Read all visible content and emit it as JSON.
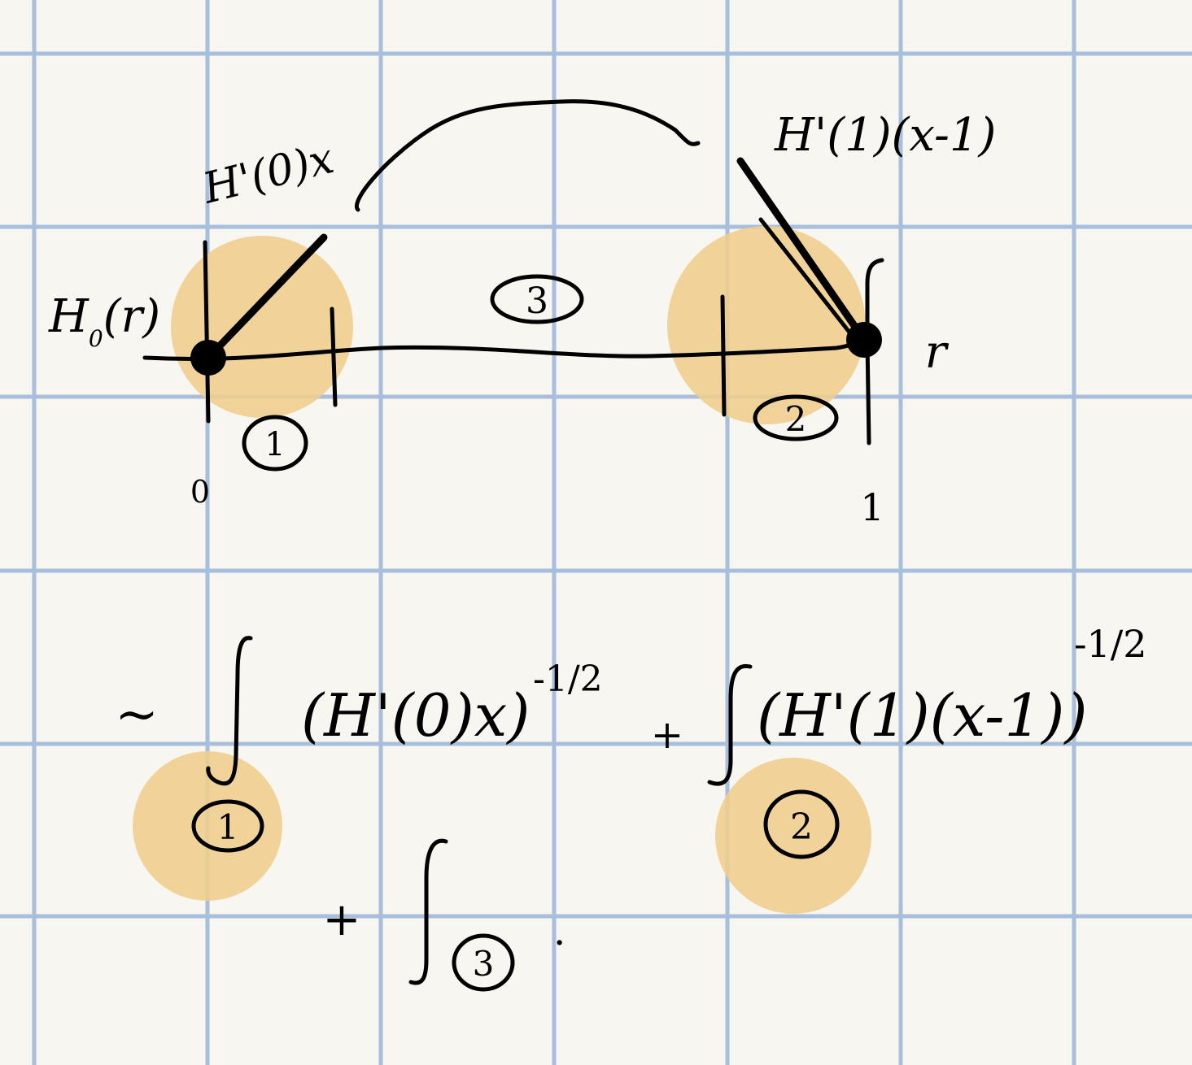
{
  "colors": {
    "paper": "#f7f6f1",
    "grid": "#a7bedd",
    "ink": "#000000",
    "highlight": "#f0ce8c"
  },
  "diagram": {
    "label_h0": "H",
    "label_h0_sub": "0",
    "label_h0_arg": "(r)",
    "slope_left": "H'(0)x",
    "slope_right": "H'(1)(x-1)",
    "region_1": "1",
    "region_2": "2",
    "region_3": "3",
    "axis_start": "0",
    "axis_end": "1",
    "axis_var": "r"
  },
  "formula": {
    "approx": "~",
    "term1_body": "(H'(0)x)",
    "term1_exp": "-1/2",
    "term1_domain": "1",
    "plus1": "+",
    "term2_body": "(H'(1)(x-1))",
    "term2_exp": "-1/2",
    "term2_domain": "2",
    "plus2": "+",
    "term3_domain": "3",
    "end_dot": "."
  }
}
